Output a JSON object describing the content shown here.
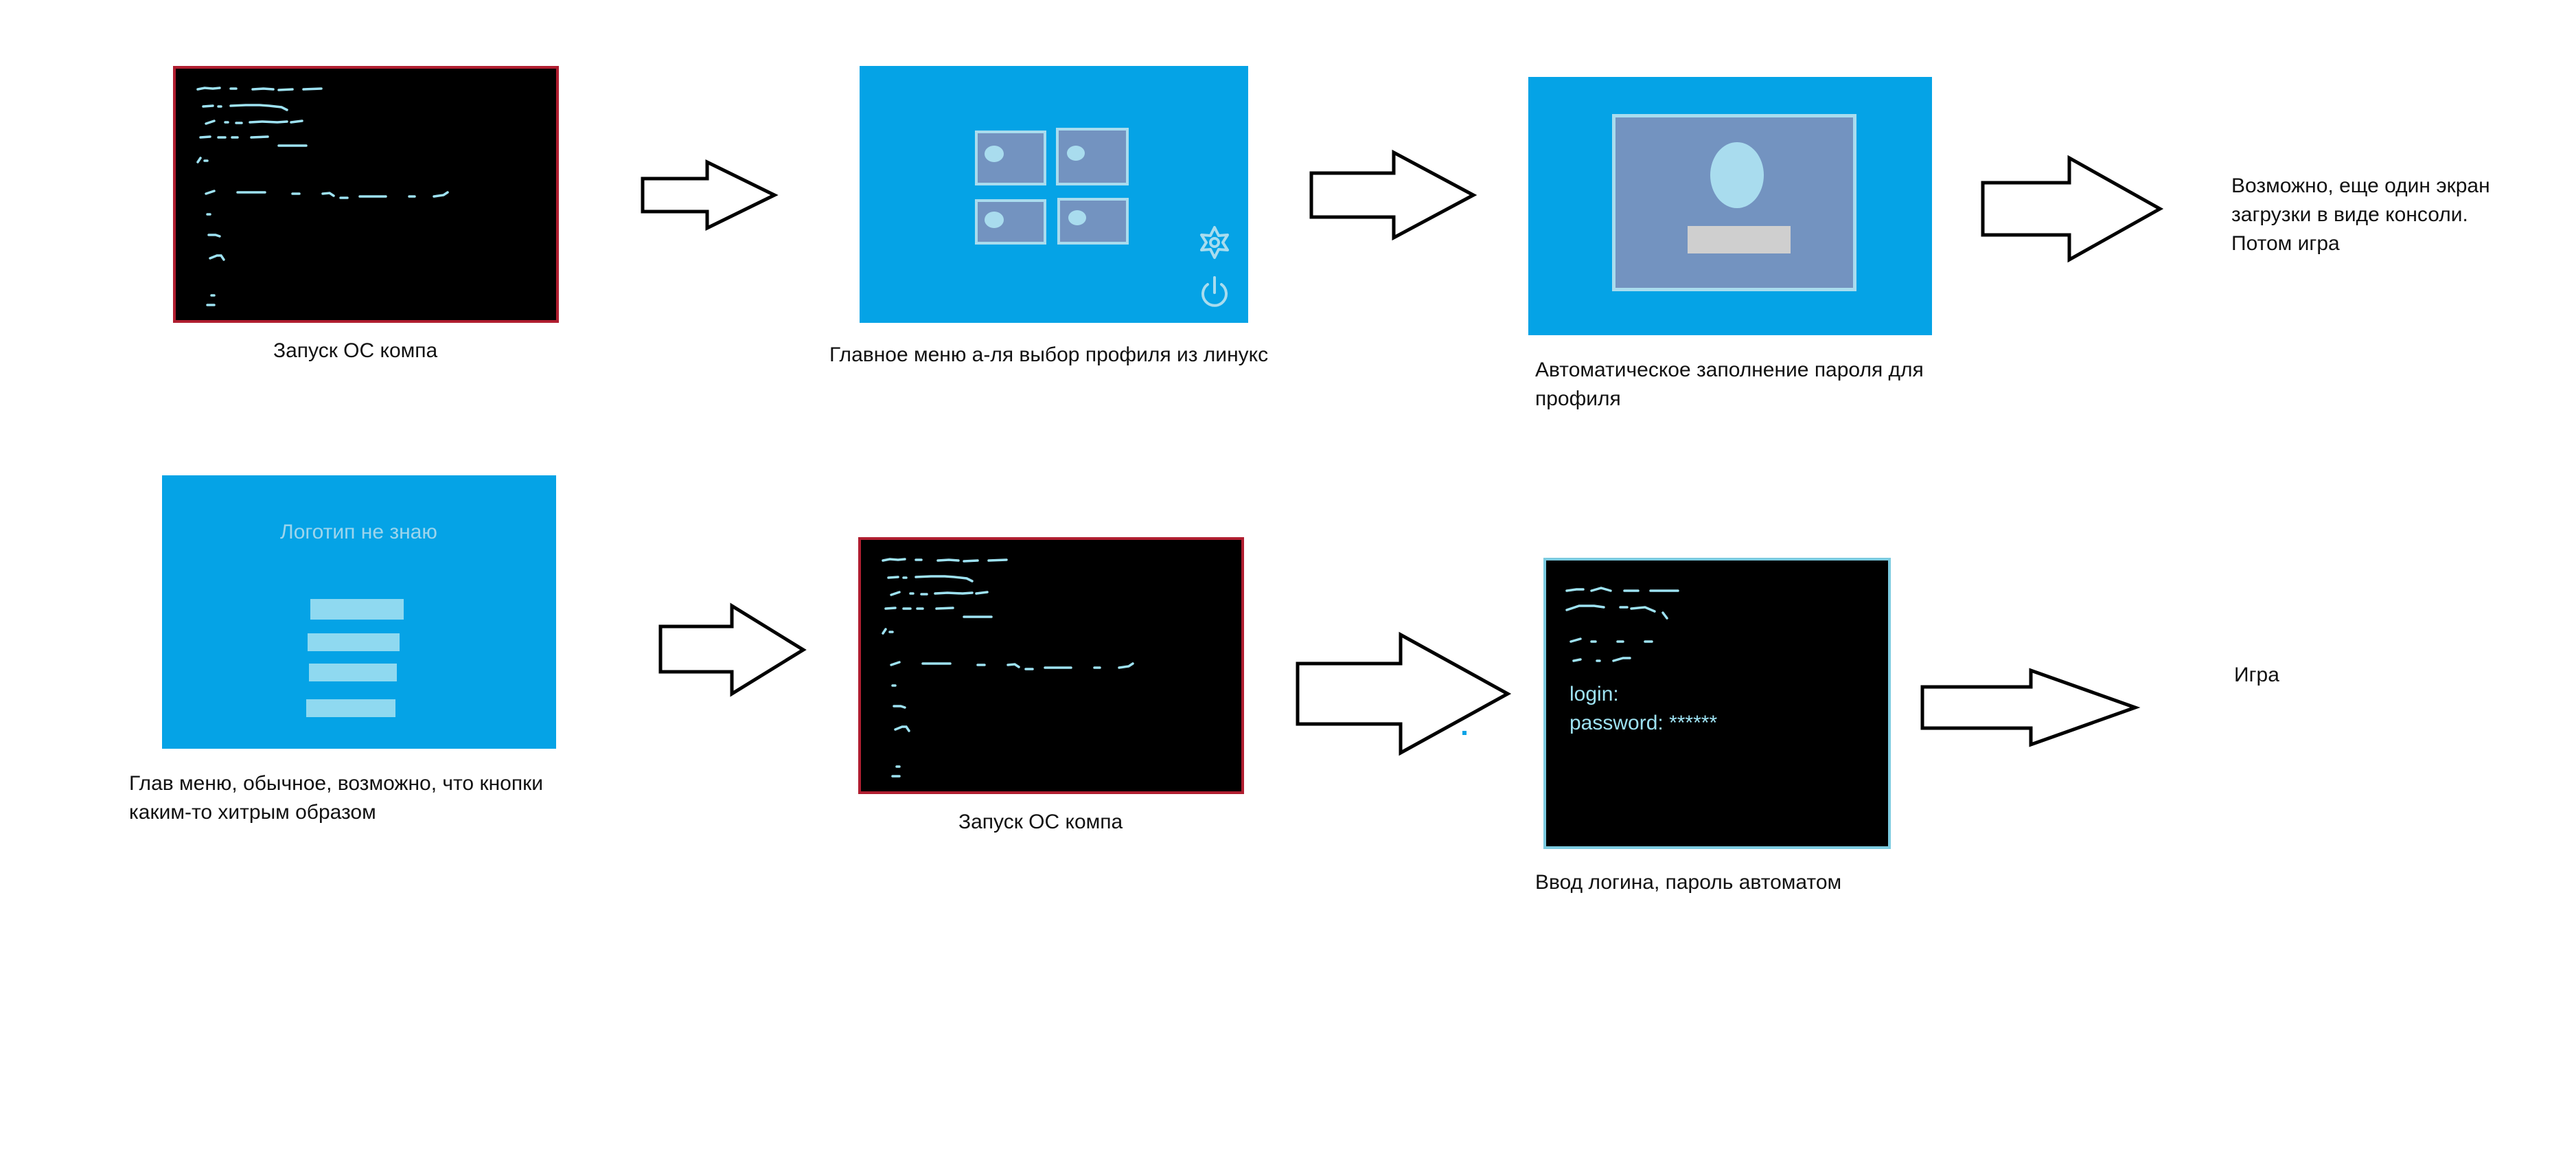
{
  "row1": {
    "step1_caption": "Запуск ОС компа",
    "step2_caption": "Главное меню а-ля выбор профиля из линукс",
    "step3_caption": "Автоматическое заполнение пароля для профиля",
    "step4_text": "Возможно, еще один экран загрузки в виде консоли. Потом игра"
  },
  "row2": {
    "step1_logo_text": "Логотип не знаю",
    "step1_caption": "Глав меню, обычное, возможно, что кнопки каким-то хитрым образом",
    "step2_caption": "Запуск ОС компа",
    "step3_login_label": "login:",
    "step3_password_label": "password: ******",
    "step3_caption": "Ввод логина, пароль автоматом",
    "step4_text": "Игра"
  },
  "icons": {
    "settings": "gear-icon",
    "power": "power-icon",
    "arrow": "right-arrow-icon",
    "user": "user-avatar-icon"
  },
  "colors": {
    "screen_blue": "#05a3e6",
    "terminal_black": "#000000",
    "terminal_border_red": "#b01e30",
    "terminal_border_cyan": "#7ccbe0",
    "tile_fill": "#7393c0",
    "terminal_text": "#9ee2f2"
  }
}
